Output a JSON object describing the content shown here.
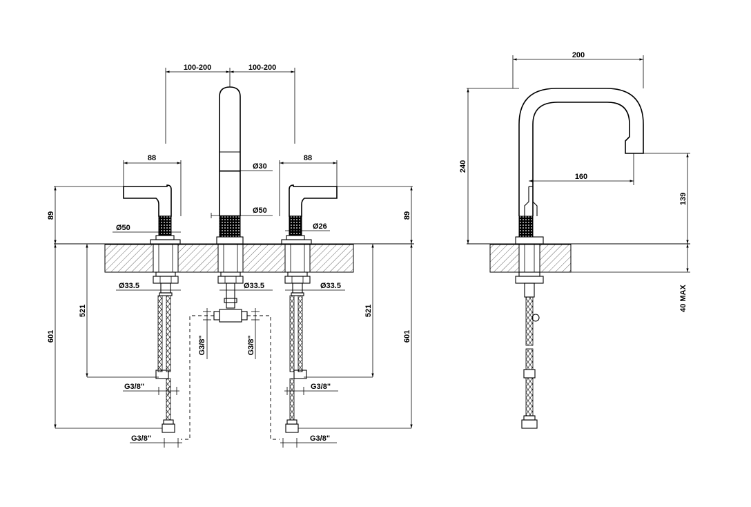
{
  "front_view": {
    "spacing_left": "100-200",
    "spacing_right": "100-200",
    "handle_width_left": "88",
    "handle_width_right": "88",
    "spout_diameter": "Ø30",
    "spout_base_diameter": "Ø50",
    "handle_base_diameter": "Ø50",
    "handle_knurl_diameter": "Ø26",
    "height_left": "89",
    "height_right": "89",
    "shank_left": "Ø33.5",
    "shank_center": "Ø33.5",
    "shank_right": "Ø33.5",
    "connector_left_1": "G3/8\"",
    "connector_left_2": "G3/8\"",
    "connector_mixer_left": "G3/8\"",
    "connector_mixer_right": "G3/8\"",
    "connector_right_1": "G3/8\"",
    "connector_right_2": "G3/8\"",
    "hose_length_left": "521",
    "hose_length_right": "521",
    "total_length_left": "601",
    "total_length_right": "601"
  },
  "side_view": {
    "spout_reach": "200",
    "spout_height": "240",
    "spout_projection": "160",
    "outlet_height": "139",
    "deck_thickness": "40 MAX"
  }
}
